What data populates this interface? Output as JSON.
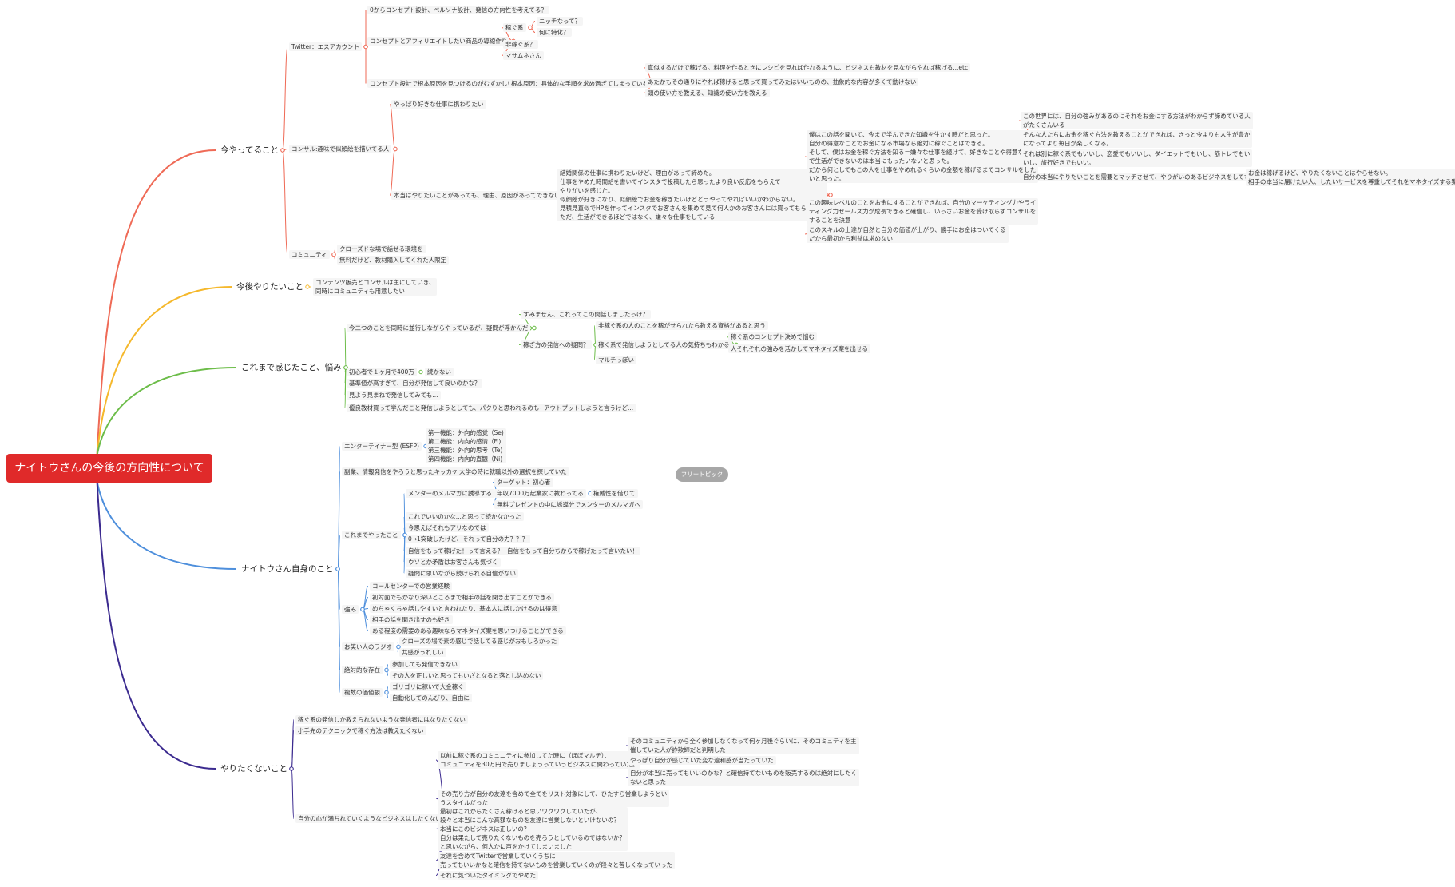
{
  "root": {
    "text": "ナイトウさんの今後の方向性について"
  },
  "floating_topic": "フリートピック",
  "branch_colors": [
    "#ef6a56",
    "#f5b82c",
    "#6dbd4a",
    "#4e8fdc",
    "#3b2a8f"
  ],
  "branches": [
    {
      "text": "今やってること",
      "children": [
        {
          "text": "Twitter：エスアカウント",
          "children": [
            {
              "text": "0からコンセプト設計、ペルソナ設計、発信の方向性を考えてる？"
            },
            {
              "text": "コンセプトとアフィリエイトしたい商品の導線作り",
              "children": [
                {
                  "text": "稼ぐ系",
                  "children": [
                    {
                      "text": "ニッチなって？"
                    },
                    {
                      "text": "何に特化？"
                    }
                  ]
                },
                {
                  "text": "非稼ぐ系？"
                },
                {
                  "text": "マサムネさん"
                }
              ]
            },
            {
              "text": "コンセプト設計で根本原因を見つけるのがむずかしい",
              "children": [
                {
                  "text": "根本原因：具体的な手順を求め過ぎてしまっている",
                  "children": [
                    {
                      "text": "真似するだけで稼げる。料理を作るときにレシピを見れば作れるように、ビジネスも教材を見ながらやれば稼げる...etc"
                    },
                    {
                      "text": "あたかもその通りにやれば稼げると思って買ってみたはいいものの、抽象的な内容が多くて動けない"
                    },
                    {
                      "text": "頭の使い方を教える、知識の使い方を教える"
                    }
                  ]
                }
              ]
            }
          ]
        },
        {
          "text": "コンサル:趣味で似顔絵を描いてる人",
          "children": [
            {
              "text": "やっぱり好きな仕事に携わりたい"
            },
            {
              "text": "本当はやりたいことがあっても、理由、原因があってできない人",
              "children": [
                {
                  "text": "結婚関係の仕事に携わりたいけど、理由があって諦めた。\n仕事をやめた時間給を書いてインスタで投稿したら思ったより良い反応をもらえて\nやりがいを感じた。\n似顔絵が好きになり、似顔絵でお金を稼ぎたいけどどうやってやればいいかわからない。\n見積見直似でHPを作ってインスタでお客さんを集めて見て何人かのお客さんには買ってもらえた。\nただ、生活ができるほどではなく、嫌々な仕事をしている",
                  "children": [
                    {
                      "text": "僕はこの話を聞いて、今まで学んできた知識を生かす時だと思った。\n自分の得意なことでお金になる市場なら絶対に稼ぐことはできる。\nそして、僕はお金を稼ぐ方法を知る＝嫌々な仕事を続けて、好きなことや得意なこと\nで生活ができないのは本当にもったいないと思った。\nだから何としてもこの人を仕事をやめれるくらいの金額を稼げるまでコンサルをした\nいと思った。",
                      "children": [
                        {
                          "text": "この世界には、自分の強みがあるのにそれをお金にする方法がわからず諦めている人\nがたくさんいる"
                        },
                        {
                          "text": "そんな人たちにお金を稼ぐ方法を教えることができれば、きっと今よりも人生が豊か\nになってより毎日が楽しくなる。"
                        },
                        {
                          "text": "それは別に稼ぐ系でもいいし、恋愛でもいいし、ダイエットでもいし、筋トレでもい\nいし、旅行好きでもいい。"
                        },
                        {
                          "text": "自分の本当にやりたいことを需要とマッチさせて、やりがいのあるビジネスをしてもらう",
                          "children": [
                            {
                              "text": "お金は稼げるけど、やりたくないことはやらせない。\n相手の本当に届けたい人、したいサービスを尊重してそれをマネタイズする案を提案"
                            }
                          ]
                        }
                      ]
                    },
                    {
                      "text": "この趣味レベルのことをお金にすることができれば、自分のマーケティング力やライ\nティング力セールス力が成長できると確信し、いっさいお金を受け取らずコンサルを\nすることを決意"
                    },
                    {
                      "text": "このスキルの上達が自然と自分の価値が上がり、勝手にお金はついてくる\nだから最初から利益は求めない"
                    }
                  ]
                }
              ]
            }
          ]
        },
        {
          "text": "コミュニティ",
          "children": [
            {
              "text": "クローズドな場で話せる環境を"
            },
            {
              "text": "無料だけど、教材購入してくれた人限定"
            }
          ]
        }
      ]
    },
    {
      "text": "今後やりたいこと",
      "children": [
        {
          "text": "コンテンツ販売とコンサルは主にしていき、\n同時にコミュニティも用意したい"
        }
      ]
    },
    {
      "text": "これまで感じたこと、悩み",
      "children": [
        {
          "text": "今二つのことを同時に並行しながらやっているが、疑問が浮かんだ",
          "children": [
            {
              "text": "すみません、これってこの間話しましたっけ？"
            },
            {
              "text": "稼ぎ方の発信への疑問？",
              "children": [
                {
                  "text": "非稼ぐ系の人のことを稼がせられたら教える資格があると思う"
                },
                {
                  "text": "稼ぐ系で発信しようとしてる人の気持ちもわかる",
                  "children": [
                    {
                      "text": "稼ぐ系のコンセプト決めで悩む"
                    },
                    {
                      "text": "人それぞれの強みを活かしてマネタイズ案を出せる"
                    }
                  ]
                },
                {
                  "text": "マルチっぽい"
                }
              ]
            }
          ]
        },
        {
          "text": "初心者で１ヶ月で400万",
          "children": [
            {
              "text": "続かない"
            }
          ]
        },
        {
          "text": "基準値が高すぎて、自分が発信して良いのかな？"
        },
        {
          "text": "見よう見まねで発信してみても..."
        },
        {
          "text": "優良教材買って学んだこと発信しようとしても、パクりと思われるのもイヤ",
          "children": [
            {
              "text": "アウトプットしようと言うけど..."
            }
          ]
        }
      ]
    },
    {
      "text": "ナイトウさん自身のこと",
      "children": [
        {
          "text": "エンターテイナー型 (ESFP)",
          "children": [
            {
              "text": "第一機能：外向的感覚（Se)\n第二機能：内向的感情（Fi)\n第三機能：外向的思考（Te)\n第四機能：内向的直観（Ni)"
            }
          ]
        },
        {
          "text": "副業、情報発信をやろうと思ったキッカケ",
          "children": [
            {
              "text": "大学の時に就職以外の選択を探していた"
            }
          ]
        },
        {
          "text": "これまでやったこと",
          "children": [
            {
              "text": "メンターのメルマガに誘導する",
              "children": [
                {
                  "text": "ターゲット：初心者"
                },
                {
                  "text": "年収7000万起業家に教わってる",
                  "children": [
                    {
                      "text": "権威性を借りて"
                    }
                  ]
                },
                {
                  "text": "無料プレゼントの中に誘導分でメンターのメルマガへ"
                }
              ]
            },
            {
              "text": "これでいいのかな...と思って続かなかった"
            },
            {
              "text": "今思えばそれもアリなのでは"
            },
            {
              "text": "0→1突破したけど、それって自分の力？？？"
            },
            {
              "text": "自信をもって稼げた！って言える？",
              "children": [
                {
                  "text": "自信をもって自分ちからで稼げたって言いたい！"
                }
              ]
            },
            {
              "text": "ウソとか矛盾はお客さんも気づく"
            },
            {
              "text": "疑問に思いながら続けられる自信がない"
            }
          ]
        },
        {
          "text": "強み",
          "children": [
            {
              "text": "コールセンターでの営業経験"
            },
            {
              "text": "初対面でもかなり深いところまで相手の話を聞き出すことができる"
            },
            {
              "text": "めちゃくちゃ話しやすいと言われたり、基本人に話しかけるのは得意"
            },
            {
              "text": "相手の話を聞き出すのも好き"
            },
            {
              "text": "ある程度の需要のある趣味ならマネタイズ案を思いつけることができる"
            }
          ]
        },
        {
          "text": "お笑い人のラジオ",
          "children": [
            {
              "text": "クローズの場で素の感じで話してる感じがおもしろかった"
            },
            {
              "text": "共感がうれしい"
            }
          ]
        },
        {
          "text": "絶対的な存在",
          "children": [
            {
              "text": "参加しても発信できない"
            },
            {
              "text": "その人を正しいと思ってもいざとなると落とし込めない"
            }
          ]
        },
        {
          "text": "複数の価値観",
          "children": [
            {
              "text": "ゴリゴリに稼いで大金稼ぐ"
            },
            {
              "text": "自動化してのんびり、自由に"
            }
          ]
        }
      ]
    },
    {
      "text": "やりたくないこと",
      "children": [
        {
          "text": "稼ぐ系の発信しか教えられないような発信者にはなりたくない"
        },
        {
          "text": "小手先のテクニックで稼ぐ方法は教えたくない"
        },
        {
          "text": "自分の心が満ちれていくようなビジネスはしたくない",
          "children": [
            {
              "text": "以前に稼ぐ系のコミュニティに参加してた時に（ほぼマルチ）、\nコミュニティを30万円で売りましょうっていうビジネスに関わっていた。",
              "children": [
                {
                  "text": "そのコミュニティから全く参加しなくなって何ヶ月後ぐらいに、そのコミュティを主\n催していた人が詐欺師だと判明した"
                },
                {
                  "text": "やっぱり自分が感じていた変な違和感が当たっていた"
                },
                {
                  "text": "自分が本当に売ってもいいのかな？と確信持てないものを販売するのは絶対にしたく\nないと思った"
                }
              ]
            },
            {
              "text": "その売り方が自分の友達を含めて全てをリスト対象にして、ひたすら営業しようとい\nうスタイルだった"
            },
            {
              "text": "最初はこれからたくさん稼げると思いワクワクしていたが、\n段々と本当にこんな高額なものを友達に営業しないといけないの？\n本当にこのビジネスは正しいの？\n自分は果たして売りたくないものを売ろうとしているのではないか？\nと思いながら、何人かに声をかけてしまいました"
            },
            {
              "text": "友達を含めてTwitterで営業していくうちに\n売ってもいいかなと確信を持てないものを営業していくのが段々と苦しくなっていった"
            },
            {
              "text": "それに気づいたタイミングでやめた"
            }
          ]
        }
      ]
    }
  ]
}
